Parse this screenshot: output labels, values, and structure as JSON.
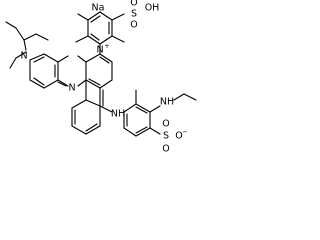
{
  "molecule": {
    "atoms": {
      "na": "Na",
      "so3h": "SO3H",
      "so3h_s": "S",
      "so3h_o1": "O",
      "so3h_o2": "O",
      "so3h_oh": "OH",
      "n_diethyl": "N",
      "n_plus": "N",
      "n_plus_charge": "+",
      "n_ring": "N",
      "nh_link": "NH",
      "nh_ethyl": "NH",
      "so3_s": "S",
      "so3_o1": "O",
      "so3_o2": "O",
      "so3_o3": "O",
      "so3_charge": "−"
    }
  }
}
